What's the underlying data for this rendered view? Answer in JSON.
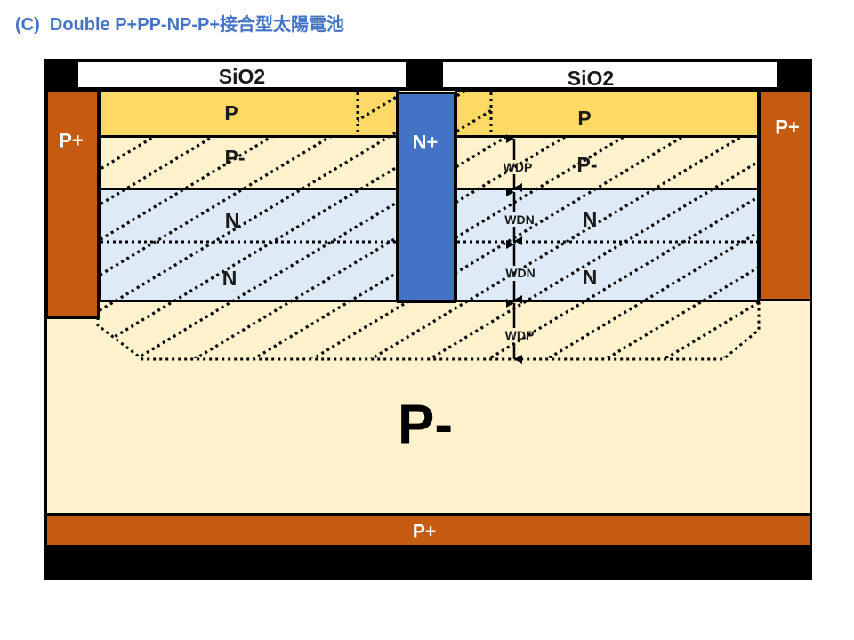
{
  "title": "(C)  Double P+PP-NP-P+接合型太陽電池",
  "colors": {
    "title": "#4472C4",
    "p_layer": "#FFD966",
    "p_minus": "#FFF2CC",
    "n_layer": "#DEEBF7",
    "n_plus": "#4472C4",
    "p_plus": "#C55A11",
    "oxide": "#FFFFFF",
    "frame": "#000000"
  },
  "oxide": {
    "left_label": "SiO2",
    "right_label": "SiO2"
  },
  "contacts": {
    "left_p_plus": "P+",
    "n_plus": "N+",
    "right_p_plus": "P+",
    "back_p_plus": "P+"
  },
  "left_stack": {
    "p": "P",
    "p_minus": "P-",
    "n_upper": "N",
    "n_lower": "N"
  },
  "right_stack": {
    "p": "P",
    "p_minus": "P-",
    "n_upper": "N",
    "n_lower": "N"
  },
  "substrate": {
    "label": "P-"
  },
  "depletion_widths": [
    "WDP",
    "WDN",
    "WDN",
    "WDP"
  ]
}
